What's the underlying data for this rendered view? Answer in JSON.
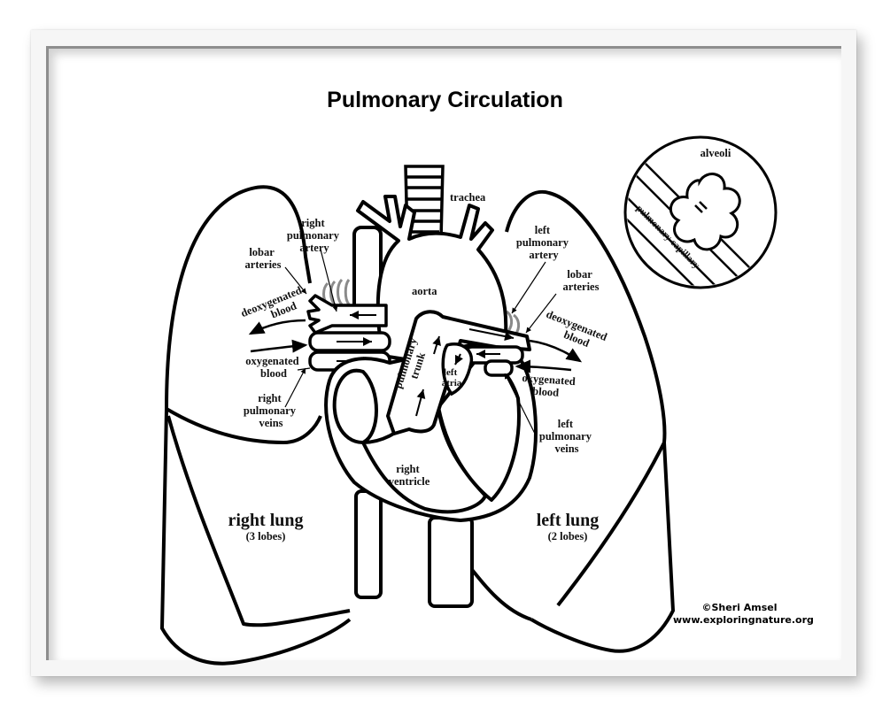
{
  "title": "Pulmonary Circulation",
  "labels": {
    "trachea": "trachea",
    "aorta": "aorta",
    "right_pulmonary_artery": [
      "right",
      "pulmonary",
      "artery"
    ],
    "left_pulmonary_artery": [
      "left",
      "pulmonary",
      "artery"
    ],
    "lobar_arteries_right": [
      "lobar",
      "arteries"
    ],
    "lobar_arteries_left": [
      "lobar",
      "arteries"
    ],
    "deoxygenated_right": [
      "deoxygenated",
      "blood"
    ],
    "deoxygenated_left": [
      "deoxygenated",
      "blood"
    ],
    "oxygenated_right": [
      "oxygenated",
      "blood"
    ],
    "oxygenated_left": [
      "oxygenated",
      "blood"
    ],
    "right_pulmonary_veins": [
      "right",
      "pulmonary",
      "veins"
    ],
    "left_pulmonary_veins": [
      "left",
      "pulmonary",
      "veins"
    ],
    "pulmonary_trunk": [
      "pulmonary",
      "trunk"
    ],
    "left_atria": [
      "left",
      "atria"
    ],
    "right_ventricle": [
      "right",
      "ventricle"
    ],
    "right_lung": "right lung",
    "right_lung_lobes": "(3 lobes)",
    "left_lung": "left lung",
    "left_lung_lobes": "(2 lobes)",
    "alveoli": "alveoli",
    "pulmonary_capillary": "pulmonary capillary"
  },
  "credit": {
    "author": "©Sheri Amsel",
    "website": "www.exploringnature.org"
  },
  "colors": {
    "ink": "#000000",
    "frame_line": "#8e8e8e",
    "frame_bg": "#f6f6f6",
    "vessel_gray": "#8a8a8a"
  }
}
